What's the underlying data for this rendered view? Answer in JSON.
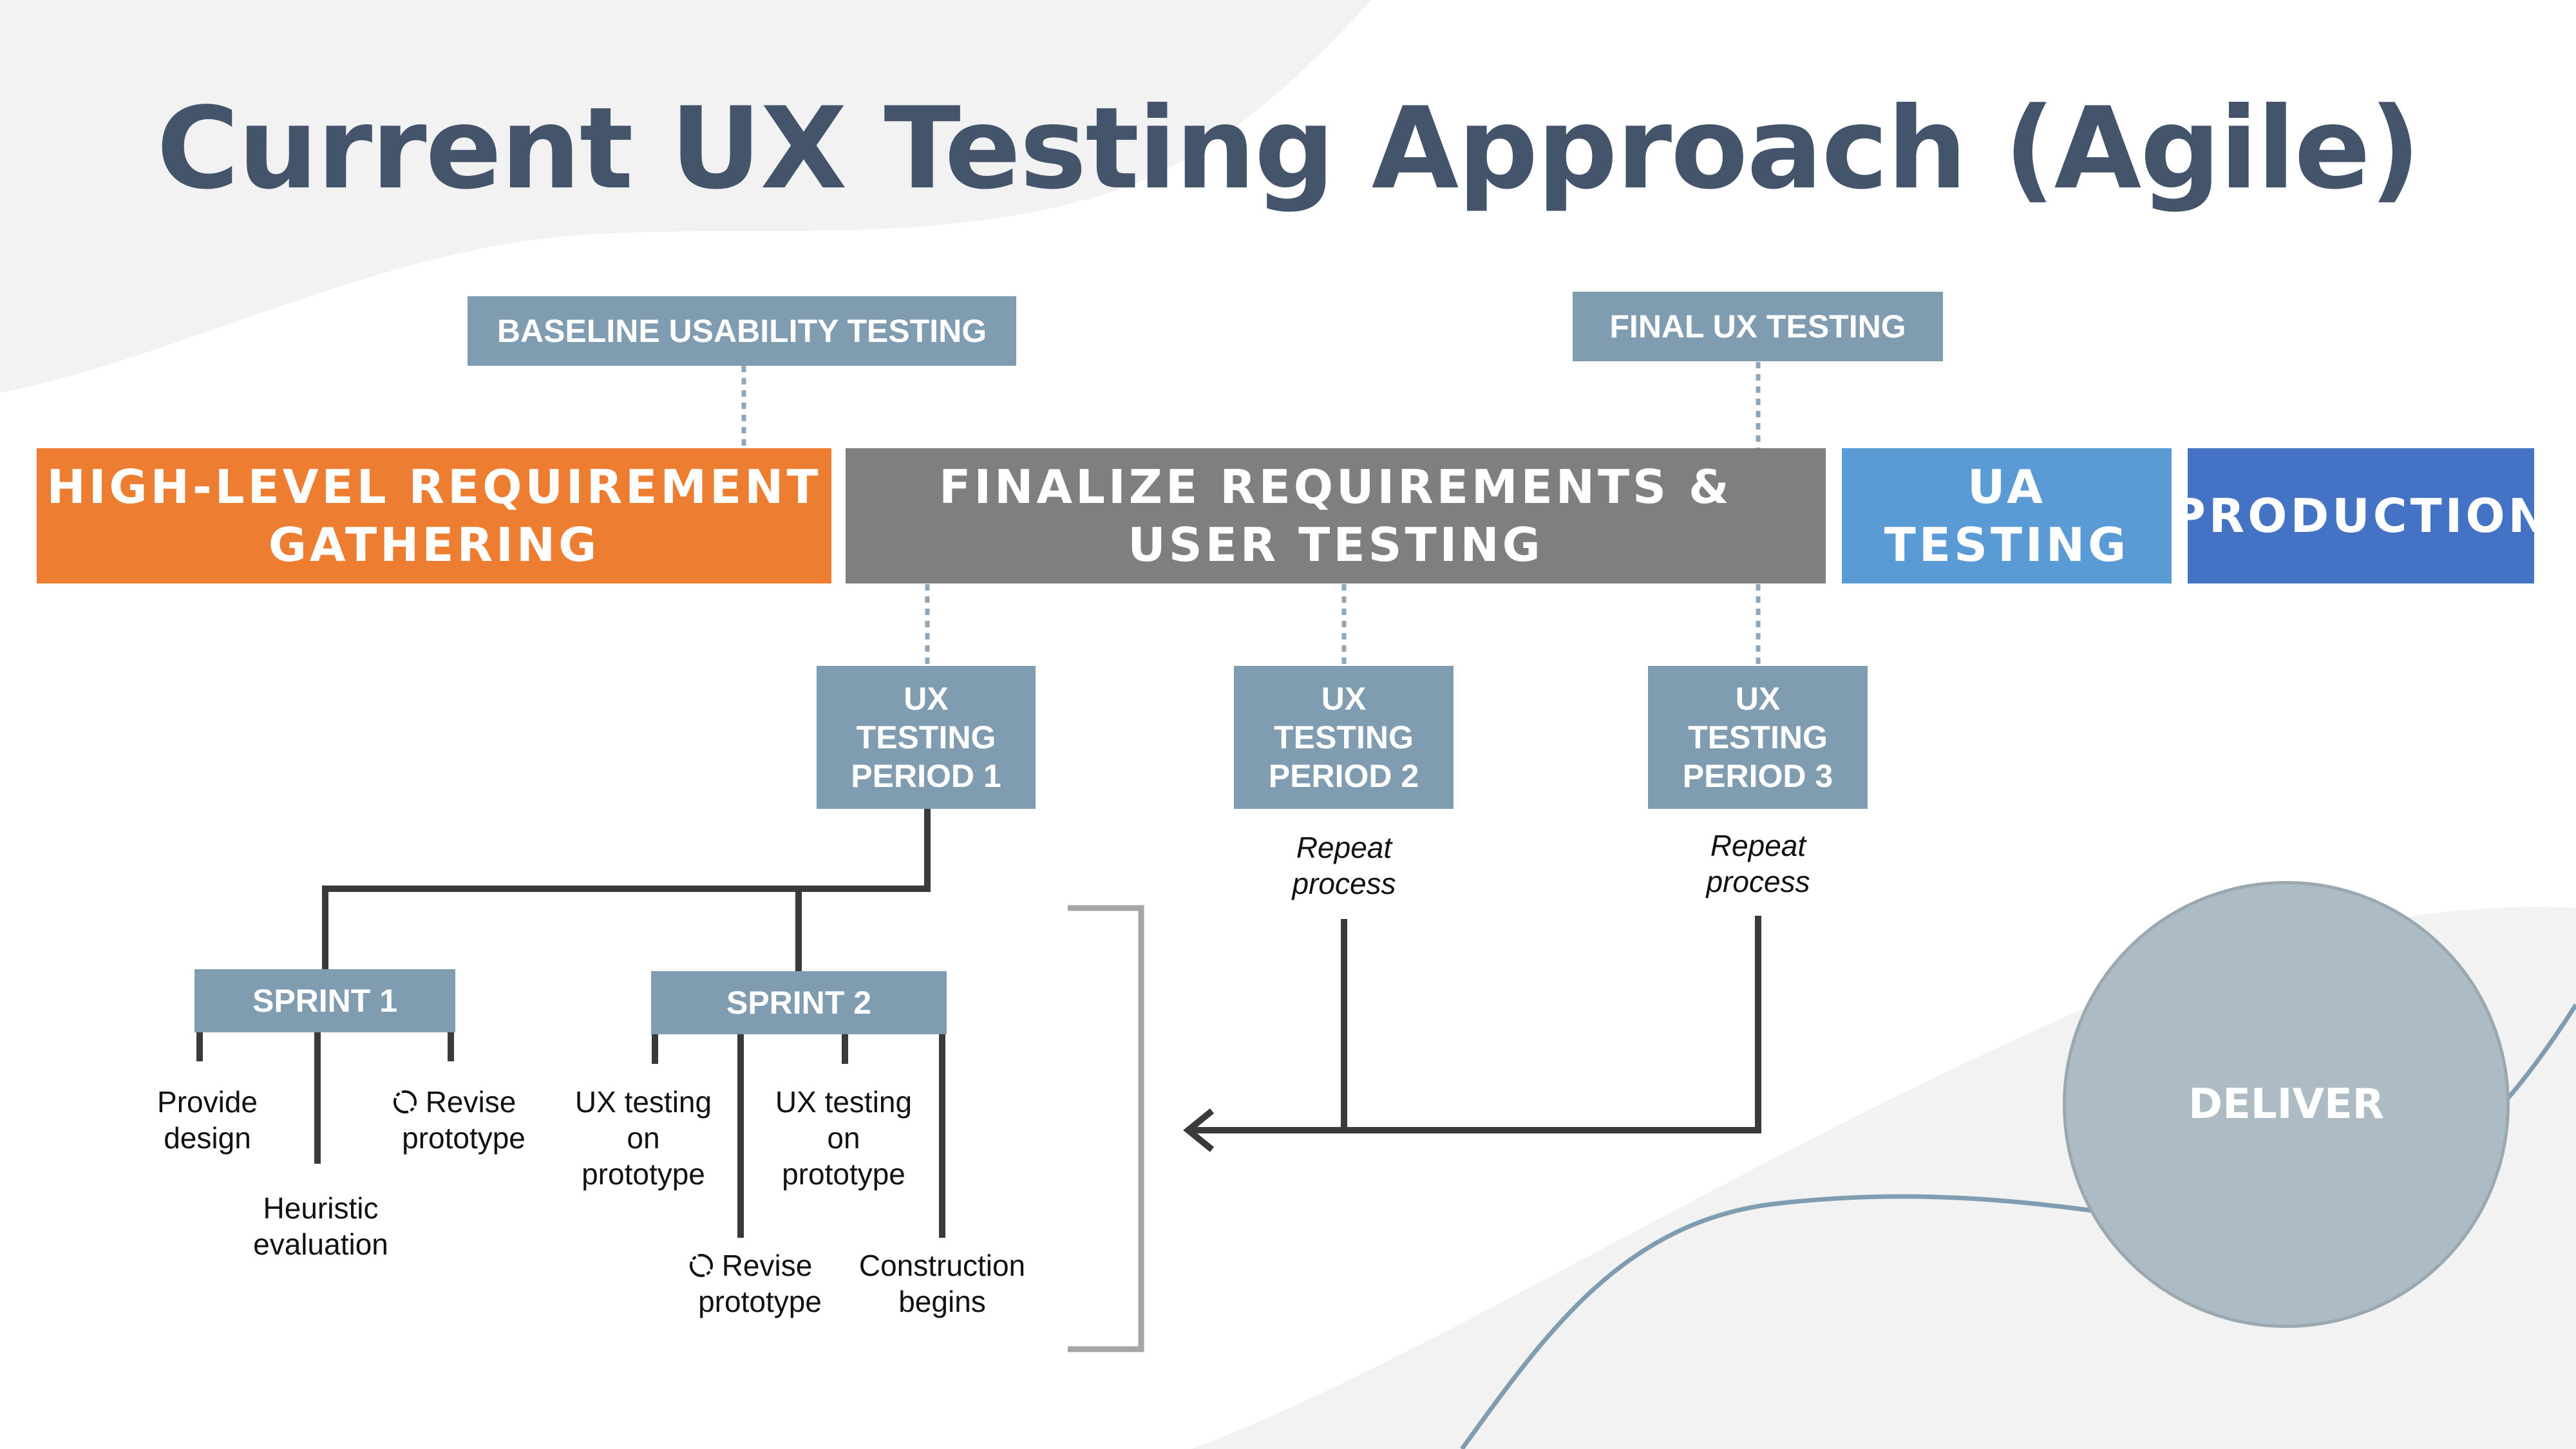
{
  "title": "Current UX Testing Approach (Agile)",
  "colors": {
    "title": "#44546a",
    "tag": "#7f9cb0",
    "phase_requirements": "#ed7d31",
    "phase_finalize": "#7f7f7f",
    "phase_ua": "#5b9bd5",
    "phase_production": "#4472c4",
    "deliver": "#adbcc4",
    "connector": "#3a3a3a",
    "bracket": "#a6a6a6"
  },
  "top_tags": {
    "baseline": "BASELINE USABILITY TESTING",
    "final": "FINAL UX TESTING"
  },
  "phases": {
    "requirements": {
      "line1": "HIGH-LEVEL REQUIREMENT",
      "line2": "GATHERING"
    },
    "finalize": {
      "line1": "FINALIZE REQUIREMENTS &",
      "line2": "USER TESTING"
    },
    "ua": {
      "label": "UA TESTING"
    },
    "production": {
      "label": "PRODUCTION"
    }
  },
  "periods": [
    {
      "line1": "UX",
      "line2": "TESTING",
      "line3": "PERIOD 1"
    },
    {
      "line1": "UX",
      "line2": "TESTING",
      "line3": "PERIOD 2"
    },
    {
      "line1": "UX",
      "line2": "TESTING",
      "line3": "PERIOD 3"
    }
  ],
  "repeat_notes": [
    {
      "line1": "Repeat",
      "line2": "process"
    },
    {
      "line1": "Repeat",
      "line2": "process"
    }
  ],
  "sprints": {
    "sprint1": {
      "label": "SPRINT 1",
      "provide_design": {
        "line1": "Provide",
        "line2": "design"
      },
      "heuristic": {
        "line1": "Heuristic",
        "line2": "evaluation"
      },
      "revise": {
        "line1": "Revise",
        "line2": "prototype",
        "icon": "cycle-arrows-icon"
      }
    },
    "sprint2": {
      "label": "SPRINT 2",
      "ux_testing_a": {
        "line1": "UX testing",
        "line2": "on",
        "line3": "prototype"
      },
      "ux_testing_b": {
        "line1": "UX testing",
        "line2": "on",
        "line3": "prototype"
      },
      "revise": {
        "line1": "Revise",
        "line2": "prototype",
        "icon": "cycle-arrows-icon"
      },
      "construction": {
        "line1": "Construction",
        "line2": "begins"
      }
    }
  },
  "deliver": "DELIVER"
}
